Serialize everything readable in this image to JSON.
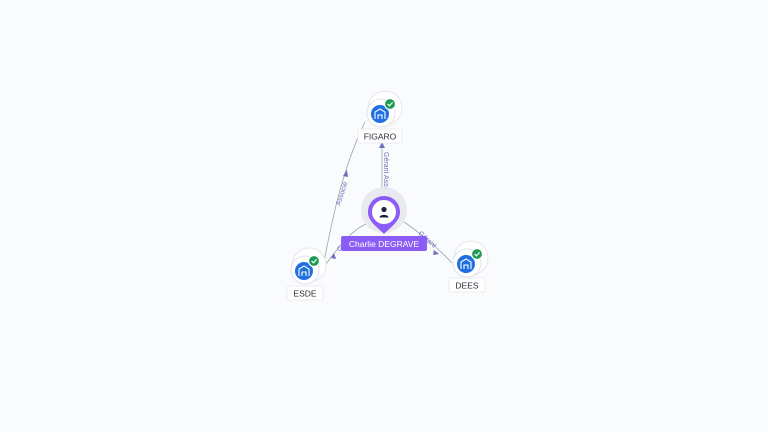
{
  "nodes": {
    "figaro": {
      "label": "FIGARO",
      "kind": "company",
      "verified": true,
      "icon": "building-icon"
    },
    "esde": {
      "label": "ESDE",
      "kind": "company",
      "verified": true,
      "icon": "building-icon"
    },
    "dees": {
      "label": "DEES",
      "kind": "company",
      "verified": true,
      "icon": "building-icon"
    },
    "person": {
      "label": "Charlie DEGRAVE",
      "kind": "person",
      "icon": "person-icon"
    }
  },
  "edges": {
    "person_figaro": {
      "label": "Gérant Associé"
    },
    "esde_figaro": {
      "label": "Associé"
    },
    "person_esde": {
      "label": "G..."
    },
    "person_dees": {
      "label": "Gérant"
    }
  },
  "colors": {
    "company": "#1f6fe0",
    "verified": "#1f9a55",
    "person": "#8b5cf6",
    "edge_label": "#6b70b8"
  }
}
